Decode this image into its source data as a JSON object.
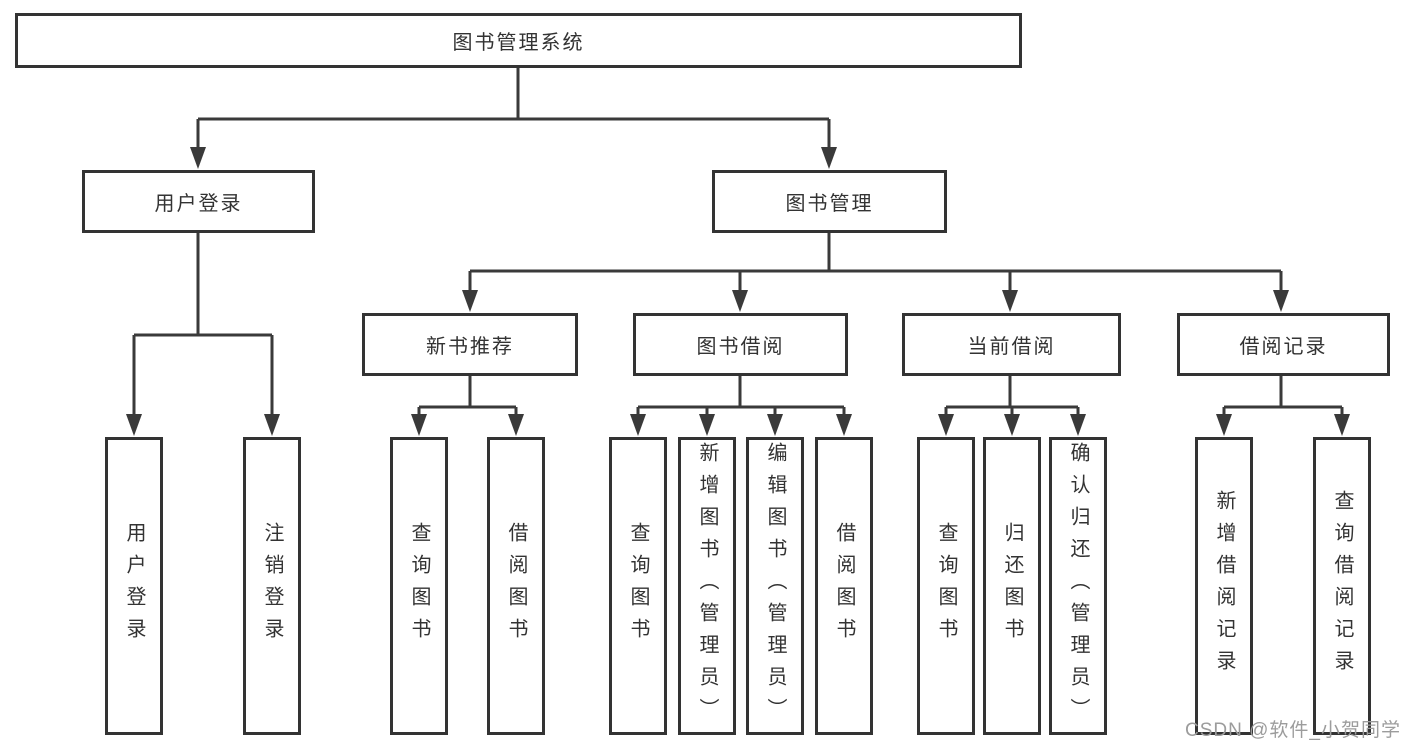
{
  "diagram": {
    "root": {
      "label": "图书管理系统"
    },
    "branches": [
      {
        "label": "用户登录",
        "children": [
          {
            "label": "用户登录"
          },
          {
            "label": "注销登录"
          }
        ]
      },
      {
        "label": "图书管理",
        "sections": [
          {
            "label": "新书推荐",
            "children": [
              {
                "label": "查询图书"
              },
              {
                "label": "借阅图书"
              }
            ]
          },
          {
            "label": "图书借阅",
            "children": [
              {
                "label": "查询图书"
              },
              {
                "label": "新增图书（管理员）"
              },
              {
                "label": "编辑图书（管理员）"
              },
              {
                "label": "借阅图书"
              }
            ]
          },
          {
            "label": "当前借阅",
            "children": [
              {
                "label": "查询图书"
              },
              {
                "label": "归还图书"
              },
              {
                "label": "确认归还（管理员）"
              }
            ]
          },
          {
            "label": "借阅记录",
            "children": [
              {
                "label": "新增借阅记录"
              },
              {
                "label": "查询借阅记录"
              }
            ]
          }
        ]
      }
    ]
  },
  "watermark": {
    "text": "CSDN @软件_小贺同学"
  },
  "colors": {
    "line": "#3a3a3a",
    "box_border": "#333333",
    "text": "#333333",
    "background": "#ffffff",
    "watermark": "#9c9c9c"
  }
}
